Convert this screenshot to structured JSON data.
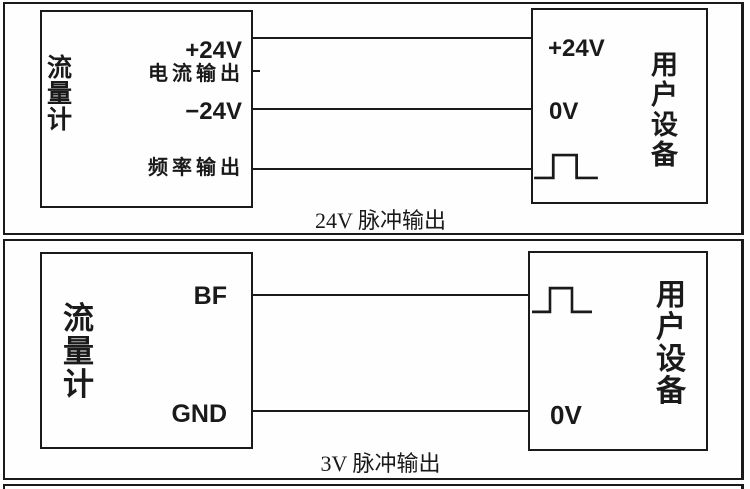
{
  "colors": {
    "ink": "#1a1a1a",
    "paper": "#fffefe"
  },
  "sections": [
    {
      "caption": "24V 脉冲输出",
      "flow_meter": {
        "title": "流量计",
        "terminals": {
          "plus24": "+24V",
          "current_out": "电流输出",
          "minus24": "−24V",
          "freq_out": "频率输出"
        }
      },
      "user_device": {
        "title": "用户设备",
        "terminals": {
          "plus24": "+24V",
          "zero": "0V"
        },
        "pulse_icon": "square-pulse"
      }
    },
    {
      "caption": "3V 脉冲输出",
      "flow_meter": {
        "title": "流量计",
        "terminals": {
          "bf": "BF",
          "gnd": "GND"
        }
      },
      "user_device": {
        "title": "用户设备",
        "terminals": {
          "zero": "0V"
        },
        "pulse_icon": "square-pulse"
      }
    }
  ]
}
